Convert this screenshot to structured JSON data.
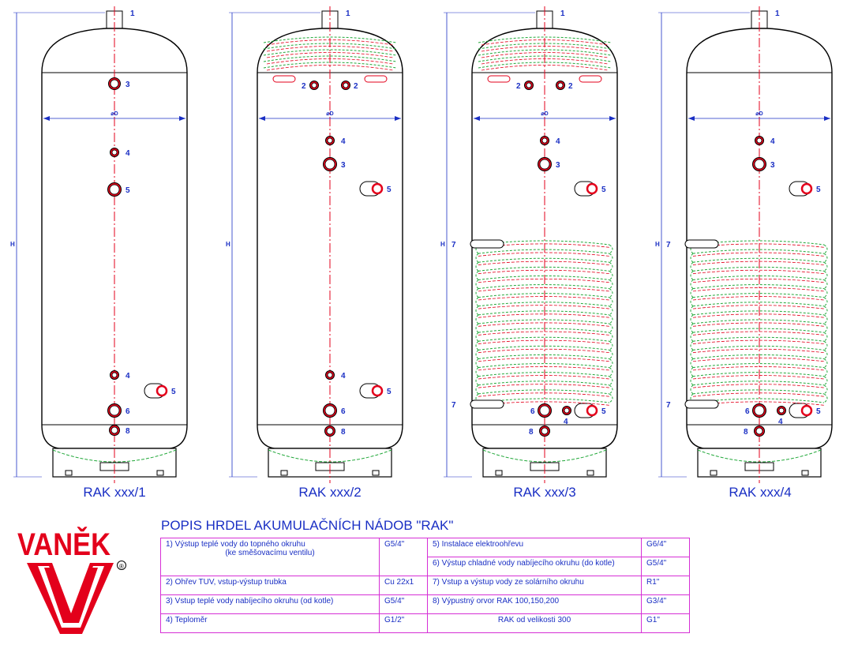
{
  "tanks": [
    {
      "label": "RAK xxx/1",
      "top_coil": false,
      "bottom_coil": false
    },
    {
      "label": "RAK xxx/2",
      "top_coil": true,
      "bottom_coil": false
    },
    {
      "label": "RAK xxx/3",
      "top_coil": true,
      "bottom_coil": true
    },
    {
      "label": "RAK xxx/4",
      "top_coil": false,
      "bottom_coil": true
    }
  ],
  "dimension_labels": {
    "height": "H",
    "diameter": "⌀D"
  },
  "port_numbers": [
    "1",
    "2",
    "3",
    "4",
    "5",
    "6",
    "7",
    "8"
  ],
  "legend": {
    "title": "POPIS HRDEL AKUMULAČNÍCH NÁDOB \"RAK\"",
    "rows": [
      {
        "left": "1) Výstup teplé vody do topného okruhu",
        "left2": "(ke směšovacímu ventilu)",
        "left_val": "G5/4\"",
        "right": "5) Instalace elektroohřevu",
        "right_val": "G6/4\"",
        "right2": "6) Výstup chladné vody nabíjecího okruhu (do kotle)",
        "right2_val": "G5/4\""
      },
      {
        "left": "2) Ohřev TUV, vstup-výstup trubka",
        "left_val": "Cu 22x1",
        "right": "7) Vstup a výstup vody ze solárního okruhu",
        "right_val": "R1\""
      },
      {
        "left": "3) Vstup teplé vody nabíjecího okruhu (od kotle)",
        "left_val": "G5/4\"",
        "right": "8) Výpustný orvor RAK 100,150,200",
        "right_val": "G3/4\""
      },
      {
        "left": "4) Teploměr",
        "left_val": "G1/2\"",
        "right": "RAK od velikosti 300",
        "right_val": "G1\""
      }
    ]
  },
  "logo": {
    "text": "VANĚK",
    "registered": "®",
    "color": "#e3001b"
  },
  "colors": {
    "outline": "#000000",
    "blue": "#1a2fc4",
    "red": "#e3001b",
    "green": "#22a83a",
    "magenta": "#d62fd6"
  }
}
